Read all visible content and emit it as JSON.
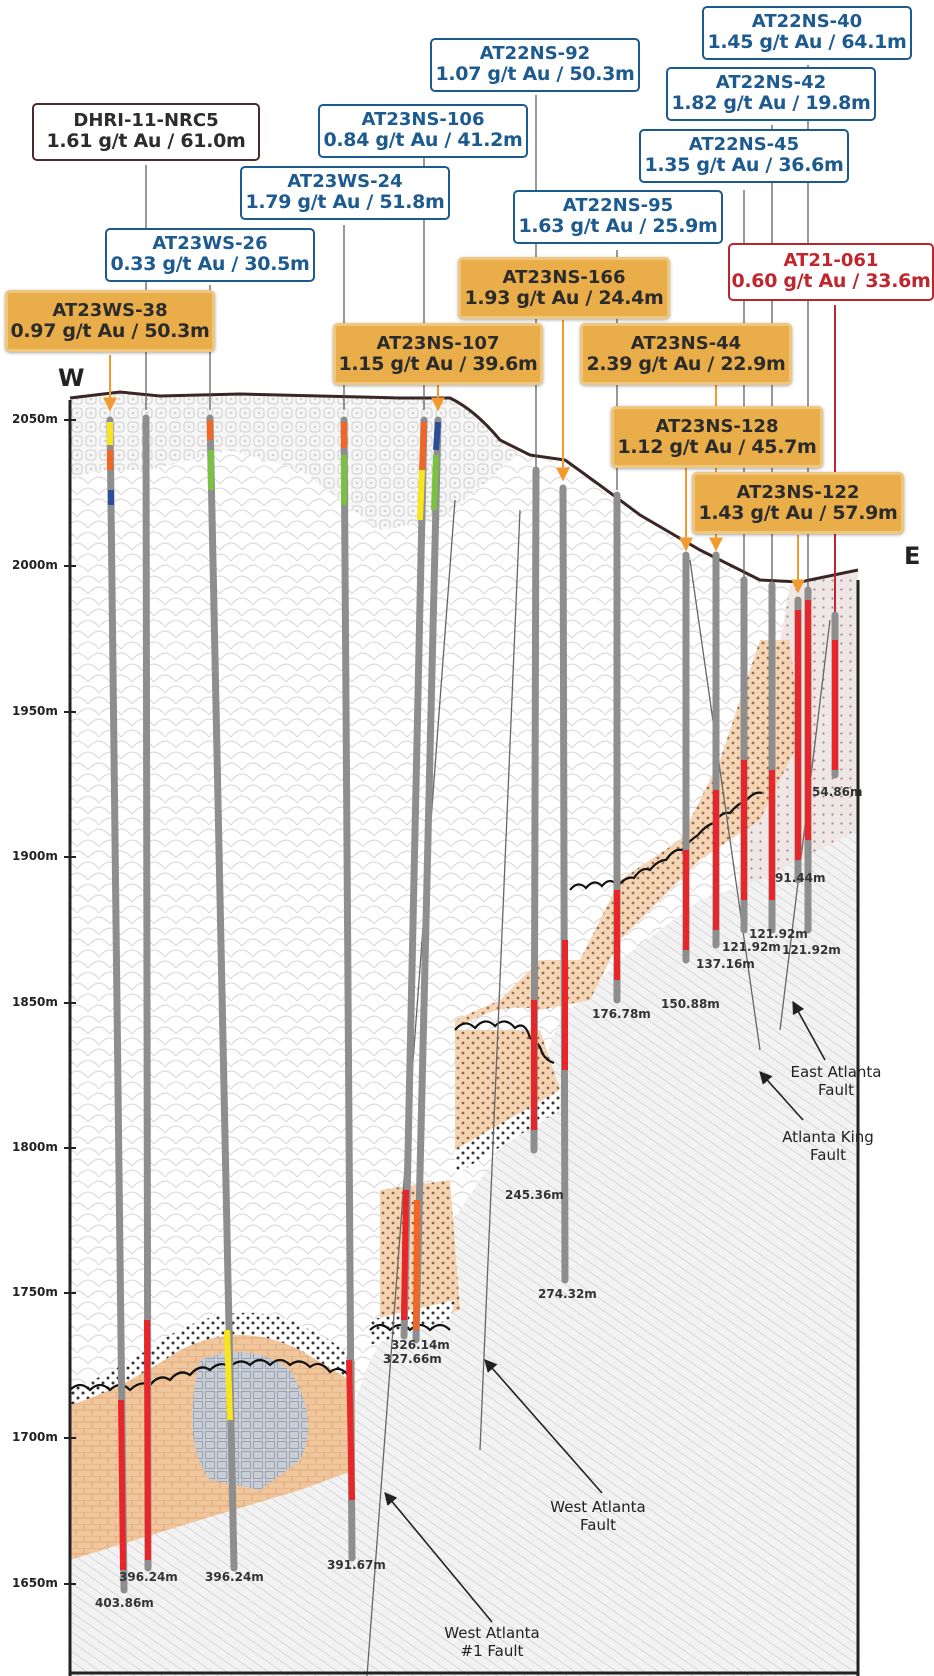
{
  "directions": {
    "west": "W",
    "east": "E"
  },
  "elevations": [
    "2050m",
    "2000m",
    "1950m",
    "1900m",
    "1850m",
    "1800m",
    "1750m",
    "1700m",
    "1650m"
  ],
  "holes": [
    {
      "hole": "AT22NS-40",
      "grade": "1.45 g/t Au / 64.1m",
      "style": "blue"
    },
    {
      "hole": "AT22NS-92",
      "grade": "1.07 g/t Au / 50.3m",
      "style": "blue"
    },
    {
      "hole": "AT22NS-42",
      "grade": "1.82 g/t Au / 19.8m",
      "style": "blue"
    },
    {
      "hole": "DHRI-11-NRC5",
      "grade": "1.61 g/t Au / 61.0m",
      "style": "dark"
    },
    {
      "hole": "AT23NS-106",
      "grade": "0.84 g/t Au / 41.2m",
      "style": "blue"
    },
    {
      "hole": "AT22NS-45",
      "grade": "1.35 g/t Au / 36.6m",
      "style": "blue"
    },
    {
      "hole": "AT23WS-24",
      "grade": "1.79 g/t Au / 51.8m",
      "style": "blue"
    },
    {
      "hole": "AT22NS-95",
      "grade": "1.63 g/t Au / 25.9m",
      "style": "blue"
    },
    {
      "hole": "AT23WS-26",
      "grade": "0.33 g/t Au / 30.5m",
      "style": "blue"
    },
    {
      "hole": "AT21-061",
      "grade": "0.60 g/t Au / 33.6m",
      "style": "red"
    },
    {
      "hole": "AT23NS-166",
      "grade": "1.93 g/t Au / 24.4m",
      "style": "gold"
    },
    {
      "hole": "AT23WS-38",
      "grade": "0.97 g/t Au / 50.3m",
      "style": "gold"
    },
    {
      "hole": "AT23NS-107",
      "grade": "1.15 g/t Au / 39.6m",
      "style": "gold"
    },
    {
      "hole": "AT23NS-44",
      "grade": "2.39 g/t Au / 22.9m",
      "style": "gold"
    },
    {
      "hole": "AT23NS-128",
      "grade": "1.12 g/t Au / 45.7m",
      "style": "gold"
    },
    {
      "hole": "AT23NS-122",
      "grade": "1.43 g/t Au / 57.9m",
      "style": "gold"
    }
  ],
  "depths": [
    "403.86m",
    "396.24m",
    "396.24m",
    "391.67m",
    "326.14m",
    "327.66m",
    "245.36m",
    "274.32m",
    "176.78m",
    "150.88m",
    "137.16m",
    "121.92m",
    "121.92m",
    "121.92m",
    "91.44m",
    "54.86m"
  ],
  "faults": {
    "west_atlanta": "West Atlanta\nFault",
    "west_atlanta_1": "West Atlanta\n#1 Fault",
    "east_atlanta": "East Atlanta\nFault",
    "atlanta_king": "Atlanta King\nFault"
  },
  "legend_colors": {
    "drill_trace": "#8e8e8e",
    "orange": "#f26522",
    "red": "#e8262a",
    "yellow": "#f7e61b",
    "green": "#7ac143",
    "blue": "#2c4e9a",
    "ore_zone": "#f3c9a2",
    "callout_blue": "#1c5a8f",
    "callout_gold": "#e9ae4a",
    "callout_red": "#c0262d"
  }
}
